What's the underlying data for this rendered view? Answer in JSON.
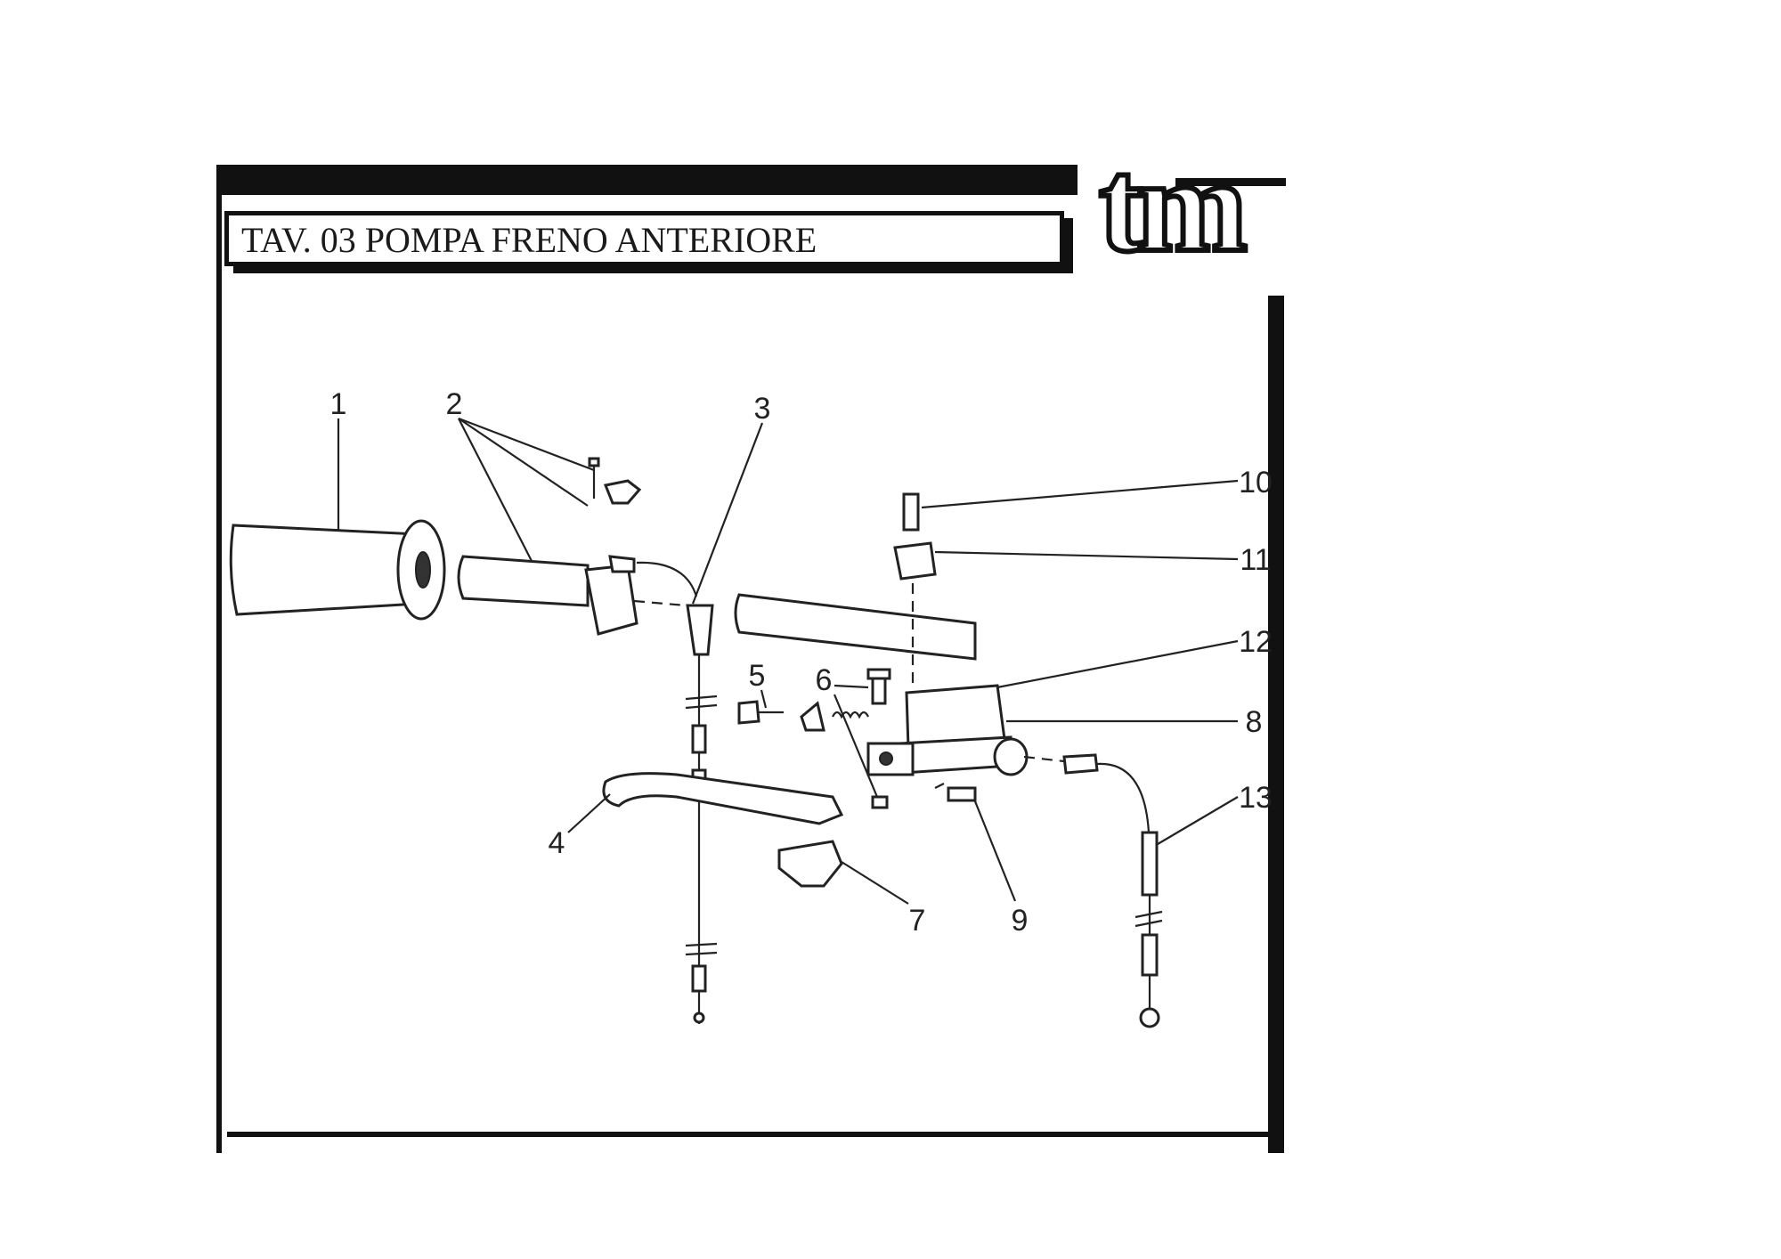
{
  "header": {
    "title": "TAV. 03 POMPA FRENO ANTERIORE",
    "logo_text": "tm"
  },
  "callouts": [
    "1",
    "2",
    "3",
    "4",
    "5",
    "6",
    "7",
    "8",
    "9",
    "10",
    "11",
    "12",
    "13"
  ]
}
